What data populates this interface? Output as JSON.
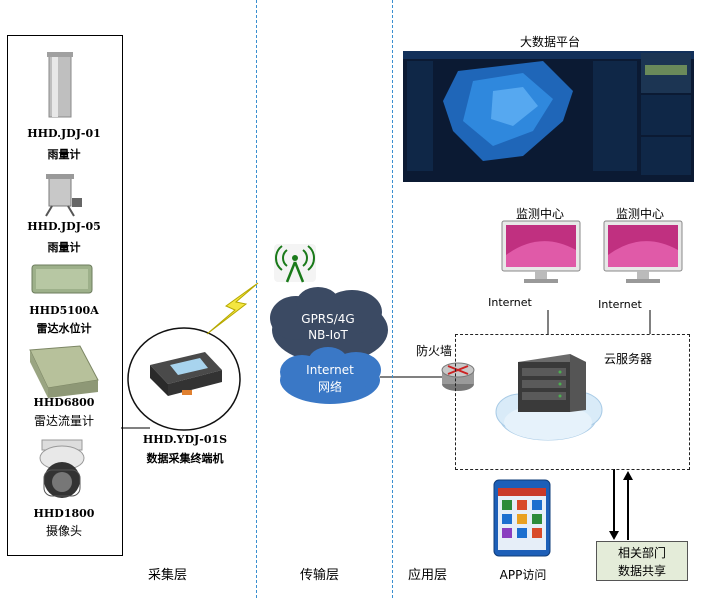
{
  "devices": [
    {
      "model": "HHD.JDJ-01",
      "name": "雨量计"
    },
    {
      "model": "HHD.JDJ-05",
      "name": "雨量计"
    },
    {
      "model": "HHD5100A",
      "name": "雷达水位计"
    },
    {
      "model": "HHD6800",
      "name": "雷达流量计"
    },
    {
      "model": "HHD1800",
      "name": "摄像头"
    }
  ],
  "terminal": {
    "model": "HHD.YDJ-01S",
    "name": "数据采集终端机"
  },
  "network": {
    "line1": "GPRS/4G",
    "line2": "NB-IoT",
    "internet1": "Internet",
    "internet2": "网络"
  },
  "firewall": "防火墙",
  "platform_title": "大数据平台",
  "monitor_left": {
    "title": "监测中心",
    "link": "Internet"
  },
  "monitor_right": {
    "title": "监测中心",
    "link": "Internet"
  },
  "server": "云服务器",
  "app": "APP访问",
  "share": {
    "line1": "相关部门",
    "line2": "数据共享"
  },
  "layers": {
    "collect": "采集层",
    "transmit": "传输层",
    "apply": "应用层"
  },
  "colors": {
    "dash": "#3a8fd0",
    "platform": "#0b1a33",
    "share_bg": "#e4ecd9"
  }
}
